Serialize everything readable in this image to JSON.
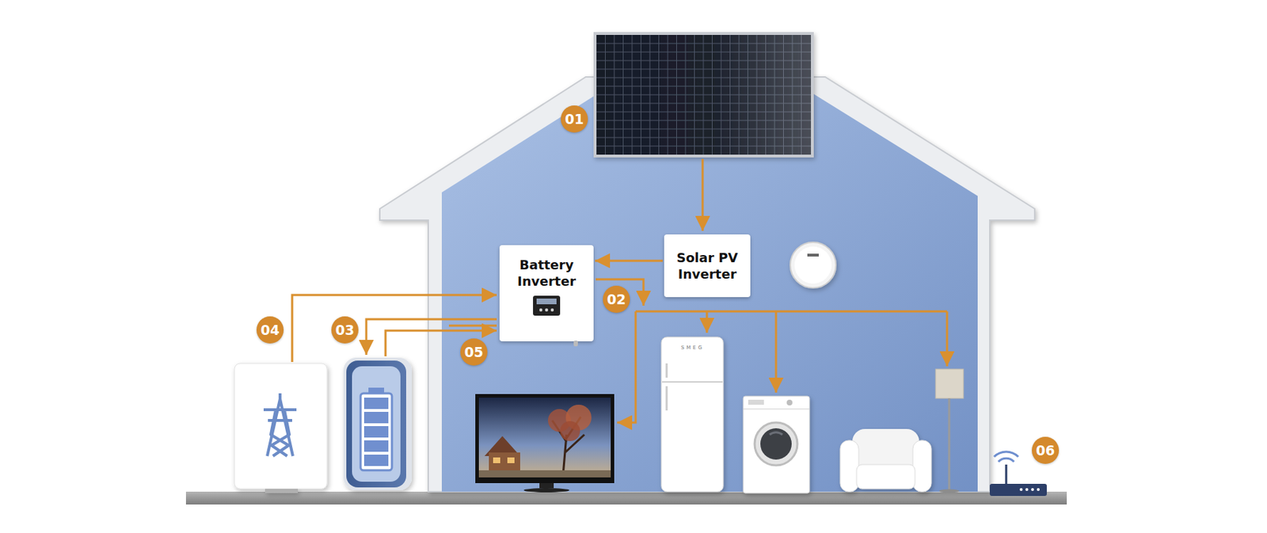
{
  "diagram": {
    "nodes": [
      {
        "text": [
          "Battery Inverter"
        ]
      },
      {
        "text": [
          "Solar PV Inverter"
        ]
      }
    ],
    "edges": [
      {
        "from": 1,
        "to": 0,
        "arrow": "to"
      }
    ],
    "labels": [
      "01",
      "02",
      "03",
      "04",
      "05",
      "06",
      "SMEG"
    ]
  }
}
